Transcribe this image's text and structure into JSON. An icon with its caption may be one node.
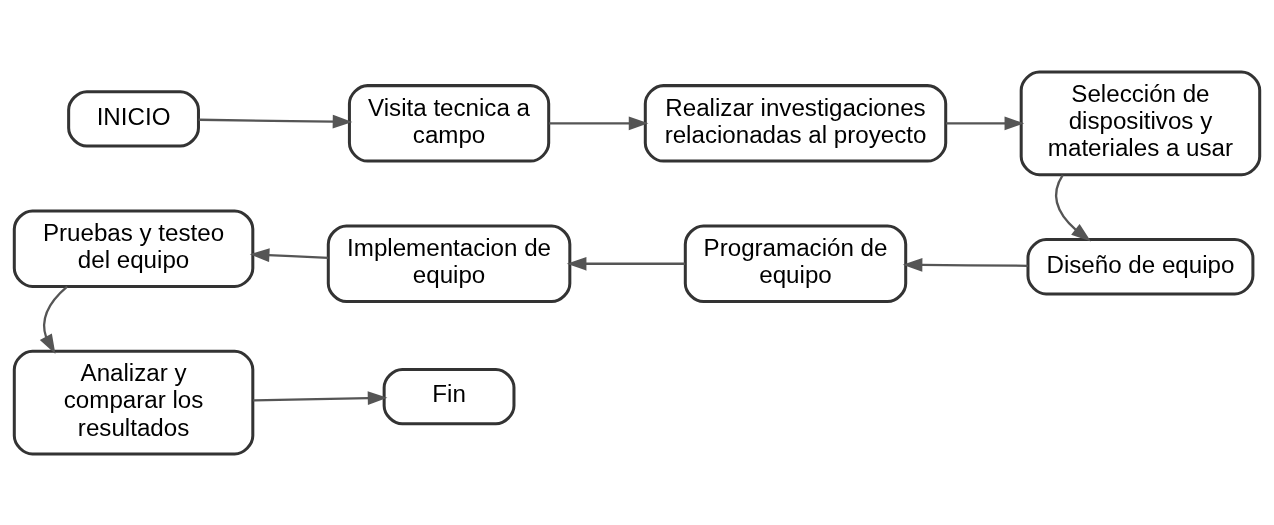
{
  "diagram": {
    "nodes": [
      {
        "text": [
          "INICIO"
        ]
      },
      {
        "text": [
          "Visita tecnica a campo"
        ]
      },
      {
        "text": [
          "Realizar investigaciones relacionadas al proyecto"
        ]
      },
      {
        "text": [
          "Selección de dispositivos y materiales a usar"
        ]
      },
      {
        "text": [
          "Diseño de equipo"
        ]
      },
      {
        "text": [
          "Programación de equipo"
        ]
      },
      {
        "text": [
          "Implementacion de equipo"
        ]
      },
      {
        "text": [
          "Pruebas y testeo del equipo"
        ]
      },
      {
        "text": [
          "Analizar y comparar los resultados"
        ]
      },
      {
        "text": [
          "Fin"
        ]
      }
    ],
    "edges": [
      {
        "from": 0,
        "to": 1,
        "arrow": "to"
      },
      {
        "from": 1,
        "to": 2,
        "arrow": "to"
      },
      {
        "from": 2,
        "to": 3,
        "arrow": "to"
      },
      {
        "from": 3,
        "to": 4,
        "arrow": "to"
      },
      {
        "from": 4,
        "to": 5,
        "arrow": "to"
      },
      {
        "from": 5,
        "to": 6,
        "arrow": "to"
      },
      {
        "from": 6,
        "to": 7,
        "arrow": "to"
      },
      {
        "from": 7,
        "to": 8,
        "arrow": "to"
      },
      {
        "from": 8,
        "to": 9,
        "arrow": "to"
      }
    ]
  }
}
